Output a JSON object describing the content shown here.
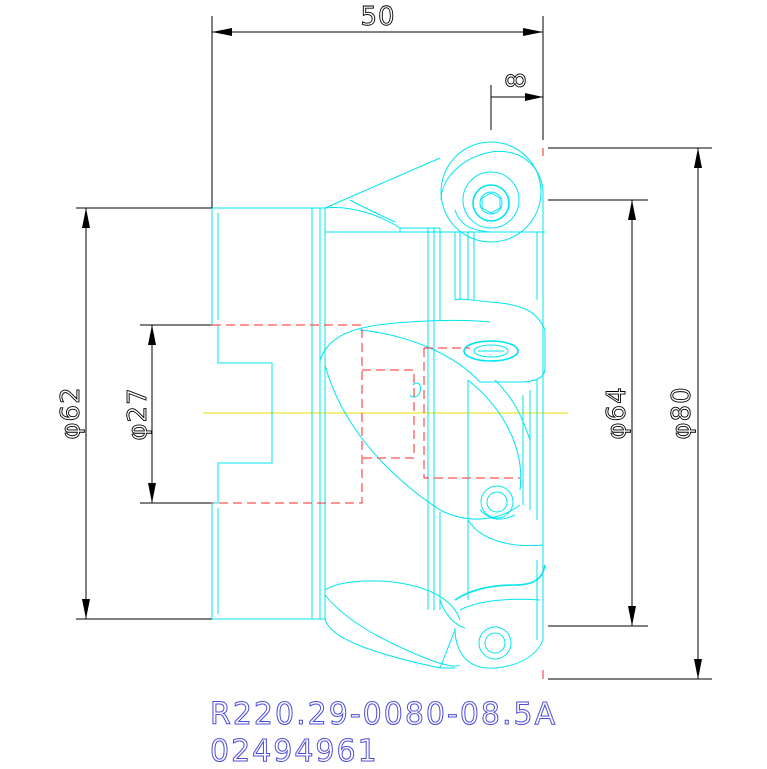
{
  "dimensions": {
    "overall_length": "50",
    "insert_offset": "8",
    "diameter_62": "φ62",
    "diameter_27": "φ27",
    "diameter_64": "φ64",
    "diameter_80": "φ80"
  },
  "part": {
    "designation": "R220.29-0080-08.5A",
    "item_number": "02494961"
  },
  "colors": {
    "geometry": "#00e5f0",
    "dimension_lines": "#000000",
    "hidden_lines": "#ff2a2a",
    "centerline": "#e8e000",
    "part_text": "#4c4cd8"
  }
}
